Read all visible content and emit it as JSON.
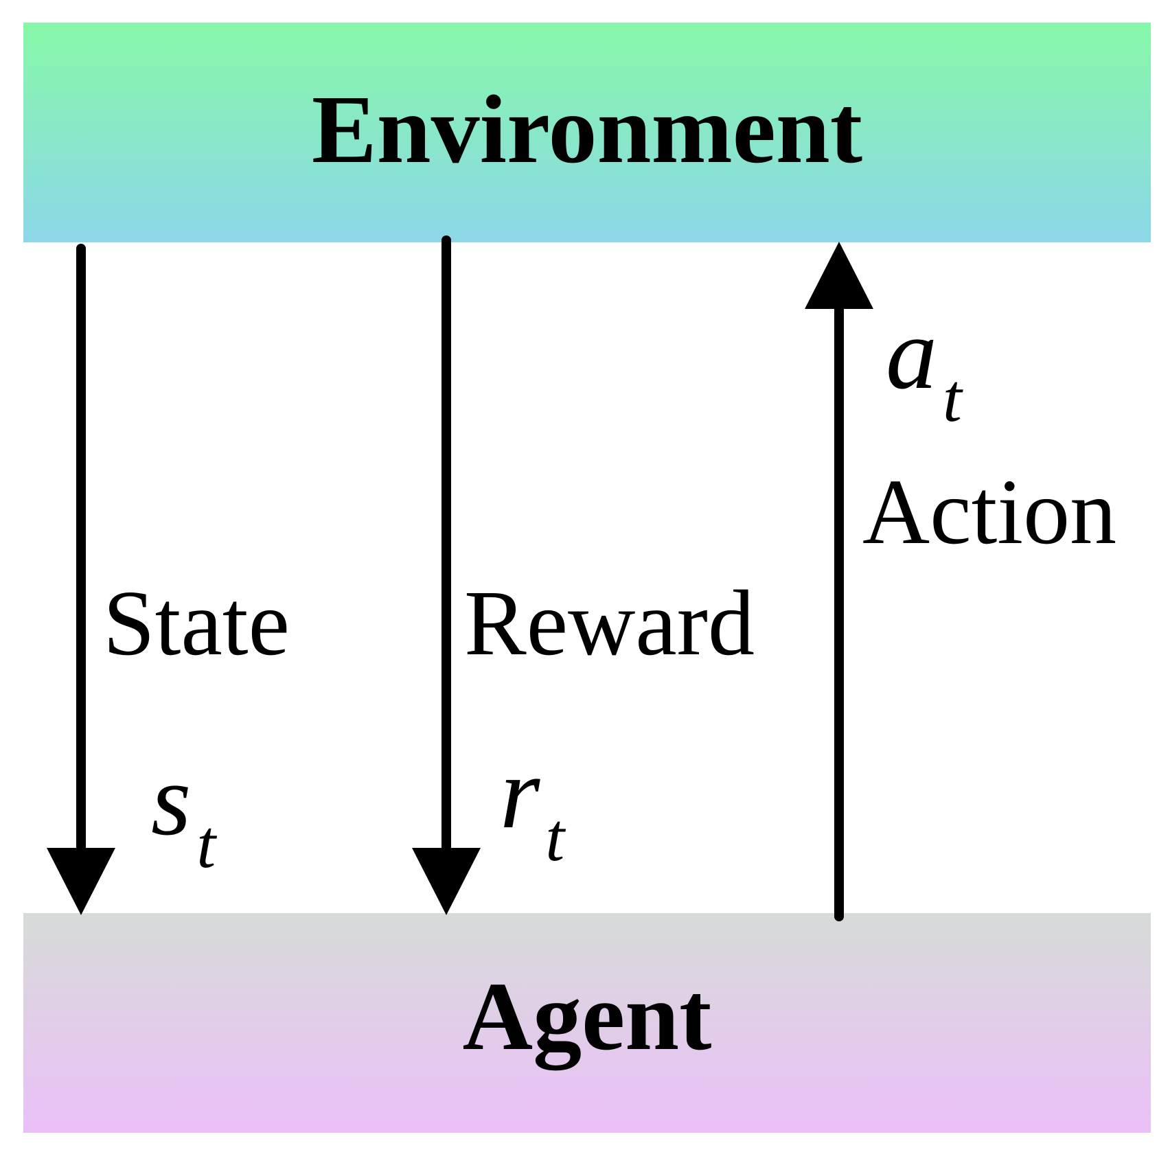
{
  "environment": {
    "label": "Environment"
  },
  "agent": {
    "label": "Agent"
  },
  "state": {
    "label": "State",
    "symbol": "s",
    "subscript": "t"
  },
  "reward": {
    "label": "Reward",
    "symbol": "r",
    "subscript": "t"
  },
  "action": {
    "label": "Action",
    "symbol": "a",
    "subscript": "t"
  },
  "colors": {
    "environment_top": "#86f8a8",
    "environment_bottom": "#8cd7e8",
    "agent_top": "#d7dbd8",
    "agent_bottom": "#eac0f8",
    "arrows": "#000000"
  }
}
